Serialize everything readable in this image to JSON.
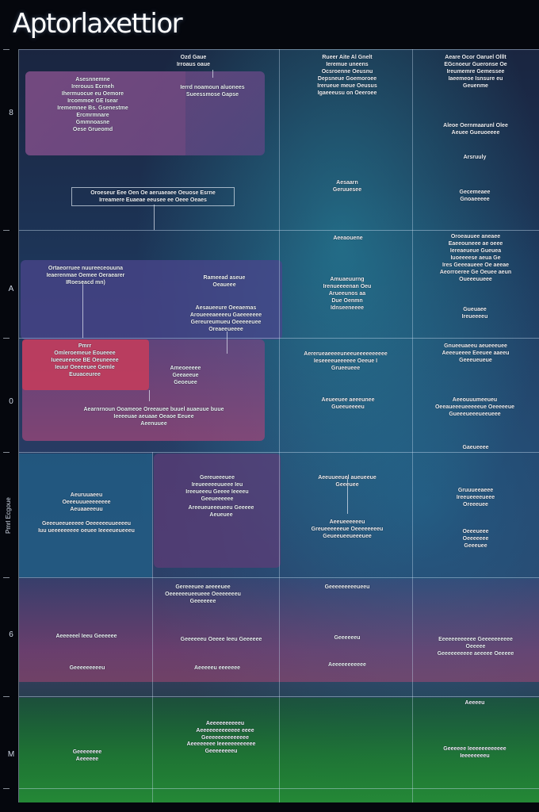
{
  "title": "Aptorlaxettior",
  "row_labels": [
    "8",
    "A",
    "0",
    "Pmrl Ecgoue",
    "6",
    "M"
  ],
  "cells": [
    {
      "id": "c1",
      "text": "Ozd Gaue\nIrroaus oaue"
    },
    {
      "id": "c2",
      "text": "Asesnnemne\nIrerouus Ecrneh\nIhermuocue eu Oemore\nIrcommoe GE Isear\nIrememnee Bs. Gsenestme\nErcmrmnare\nGmmnoasne\nOese Grueomd"
    },
    {
      "id": "c3",
      "text": "Ierrd noamoun aluonees\nSueessmose Gapse"
    },
    {
      "id": "c4",
      "text": "Oroeseur Eee Oen Oe aeruaeaee Oeuose Esrne\nIrreamere Euaeae eeusee ee Oeee Oeaes"
    },
    {
      "id": "c5",
      "text": "Rueer Aite Al Gnelt\nIeremue uneens\nOcsroenne Oeusnu\nDepsneue Goemoroee\nIrerueue meue Oeusus\nIgaeeeusu on Oeeroee"
    },
    {
      "id": "c6",
      "text": "Aesaarn\nGeruuesee"
    },
    {
      "id": "c7",
      "text": "Aeare Ocor Oaruel Olllt\nEGcnoeur Gueronse Oe\nIreumemre Gemessee\nIaeemeoe Isnsure eu\nGeuenme"
    },
    {
      "id": "c8",
      "text": "Aleoe Oernmaarunl Olee\nAeuee Gueuoeeee"
    },
    {
      "id": "c9",
      "text": "Arsruuly"
    },
    {
      "id": "c10",
      "text": "Gecemeaee\nGnoaeeeee"
    },
    {
      "id": "c11",
      "text": "Aeeaouene"
    },
    {
      "id": "c12",
      "text": "Ortaeorruee nuureeceouuna\nIeaerenmae Oemee Oeraearer\nIRoeseacd mn)"
    },
    {
      "id": "c13",
      "text": "Rameead aseue\nOeaueee"
    },
    {
      "id": "c14",
      "text": "Aesaueeure Oeeaemas\nAroueeeaeeeeu Gaeeeeeee\nGereureumueu Oeeeeeuee\nOreaeeueeee"
    },
    {
      "id": "c15",
      "text": "Amuaeuurng\nIrenueeeenan Oeu\nArueeunos aa\nDue Oenmn\nIdnseeneeee"
    },
    {
      "id": "c16",
      "text": "Oroeauuee aneaee\nEaeeouneee ae oeee\nIereaeueue Gueuea\nIuoeeeese aeua Ge\nIres Geeeaueee Oe aeeae\nAeorroeree Ge Oeuee aeun\nOueeeuueee"
    },
    {
      "id": "c17",
      "text": "Gueuaee\nIreueeeeu"
    },
    {
      "id": "c18",
      "text": "Pmrr\nOmleroemeue Eoueeee\nIueeueeeoe BE Oeuneeee\nIeuur Oeeeeuee Gemle\nEuuaceuree"
    },
    {
      "id": "c19",
      "text": "Ameoeeeee\nGeeaeeue\nGeoeuee"
    },
    {
      "id": "c20",
      "text": "Aearnrnoun Ooameoe Oreeauee buuel auaeuue buue\nIeeeeuae aeuaae Oeaoe Eeuee\nAeenuuee"
    },
    {
      "id": "c21",
      "text": "Aererueaeeeeuneeueeeeeeeeee\nIeseeeeueeeeee Oeeue I\nGrueeueee"
    },
    {
      "id": "c22",
      "text": "Aeueeuee aeeeunee\nGueeueeeeu"
    },
    {
      "id": "c23",
      "text": "Gnueeuaeeu aeueeeuee\nAeeeueeee Eeeuee aaeeu\nGeeeueueue"
    },
    {
      "id": "c24",
      "text": "Aeeouuumeeueu\nOeeaueeeueeeeeue Oeeeeeue\nGueeeueeeueeueee"
    },
    {
      "id": "c25",
      "text": "Gaeueeee"
    },
    {
      "id": "c26",
      "text": "Aeuruuaeeu\nOeeeuuueeeeeeee\nAeuaaeeeuu"
    },
    {
      "id": "c27",
      "text": "Geeeueeueeeee Oeeeeeeuueeeeu\nIuu ueeeeeeeee oeuee Ieeeeueueeeu"
    },
    {
      "id": "c28",
      "text": "Gereueeeuee\nIreueeeeeuueee Ieu\nIreeueeeu Geeee Ieeeeu\nGeeueeeeee"
    },
    {
      "id": "c29",
      "text": "Areeueueeeueeu Geeeee\nAeueuee"
    },
    {
      "id": "c30",
      "text": "Aeeuueeuel aueueeue\nGeeeuee"
    },
    {
      "id": "c31",
      "text": "Aeeueeeeeeu\nGreueeeeeeue Oeeeeeeeeu\nGeueeueeueeeuee"
    },
    {
      "id": "c32",
      "text": "Gruuueeaeee\nIreeueeeeueee\nOreeeuee"
    },
    {
      "id": "c33",
      "text": "Oeeeueee\nOeeeeeee\nGeeeuee"
    },
    {
      "id": "c34",
      "text": "Gereeeuee aeeeeuee\nOeeeeeeueeueee Oeeeeeeeu\nGeeeeeee"
    },
    {
      "id": "c35",
      "text": "Geeeeeeeeeueeu"
    },
    {
      "id": "c36",
      "text": "Aeeeeeel Ieeu Geeeeee"
    },
    {
      "id": "c37",
      "text": "Geeeeeeeeeu"
    },
    {
      "id": "c38",
      "text": "Geeeeeeu Oeeee Ieeu Geeeeee"
    },
    {
      "id": "c39",
      "text": "Aeeeeeu eeeeeee"
    },
    {
      "id": "c40",
      "text": "Geeeeeeu"
    },
    {
      "id": "c41",
      "text": "Aeeeeeeeeeee"
    },
    {
      "id": "c42",
      "text": "Eeeeeeeeeeee Geeeeeeeeee Oeeeee\nGeeeeeeeeee aeeeee Oeeeee"
    },
    {
      "id": "c43",
      "text": "Aeeeeu"
    },
    {
      "id": "c44",
      "text": "Aeeeeeeeeeeu\nAeeeeeeeeeeeee eeee\nGeeeeeeeeeeeeee"
    },
    {
      "id": "c45",
      "text": "Aeeeeeeee Ieeeeeeeeeeee\nGeeeeeeeeu"
    },
    {
      "id": "c46",
      "text": "Geeeeeeee\nAeeeeee"
    },
    {
      "id": "c47",
      "text": "Geeeeee Ieeeeeeeeeeee\nIeeeeeeeeu"
    }
  ]
}
